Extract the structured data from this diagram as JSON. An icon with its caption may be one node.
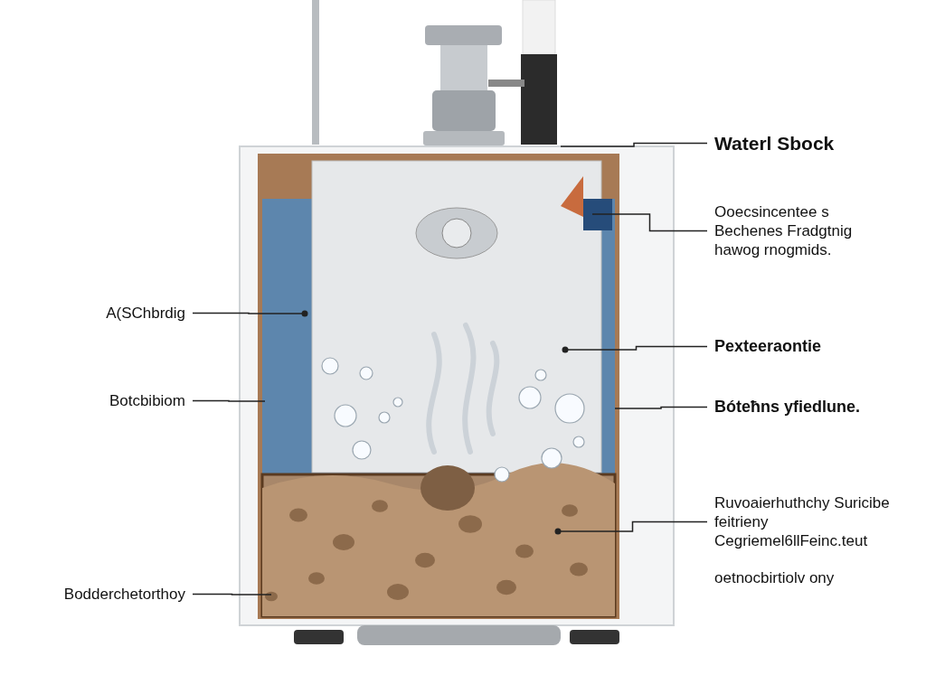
{
  "diagram": {
    "nodes": [
      {
        "text": [
          "Waterl Sbock"
        ]
      },
      {
        "text": [
          "Ooecsincentee s Bechenes Fradgtnig hawog rnogmids."
        ]
      },
      {
        "text": [
          "A(SChbrdig"
        ]
      },
      {
        "text": [
          "Botcbibiom"
        ]
      },
      {
        "text": [
          "Pexteeraontie"
        ]
      },
      {
        "text": [
          "Bóteħns yfiedlune."
        ]
      },
      {
        "text": [
          "Ruvoaierhuthchy Suricibe feitrieny Cegriemel6llFeinc.teut"
        ]
      },
      {
        "text": [
          "Bodderchetorthoy"
        ]
      }
    ],
    "edges": [
      {
        "from": 0,
        "to": null,
        "arrow": "none"
      },
      {
        "from": 1,
        "to": null,
        "arrow": "none"
      },
      {
        "from": 2,
        "to": null,
        "arrow": "other"
      },
      {
        "from": 3,
        "to": null,
        "arrow": "none"
      },
      {
        "from": 4,
        "to": null,
        "arrow": "other"
      },
      {
        "from": 5,
        "to": null,
        "arrow": "none"
      },
      {
        "from": 6,
        "to": null,
        "arrow": "other"
      },
      {
        "from": 7,
        "to": null,
        "arrow": "none"
      }
    ],
    "labels": [
      "oetnocbirtiolv ony"
    ]
  }
}
